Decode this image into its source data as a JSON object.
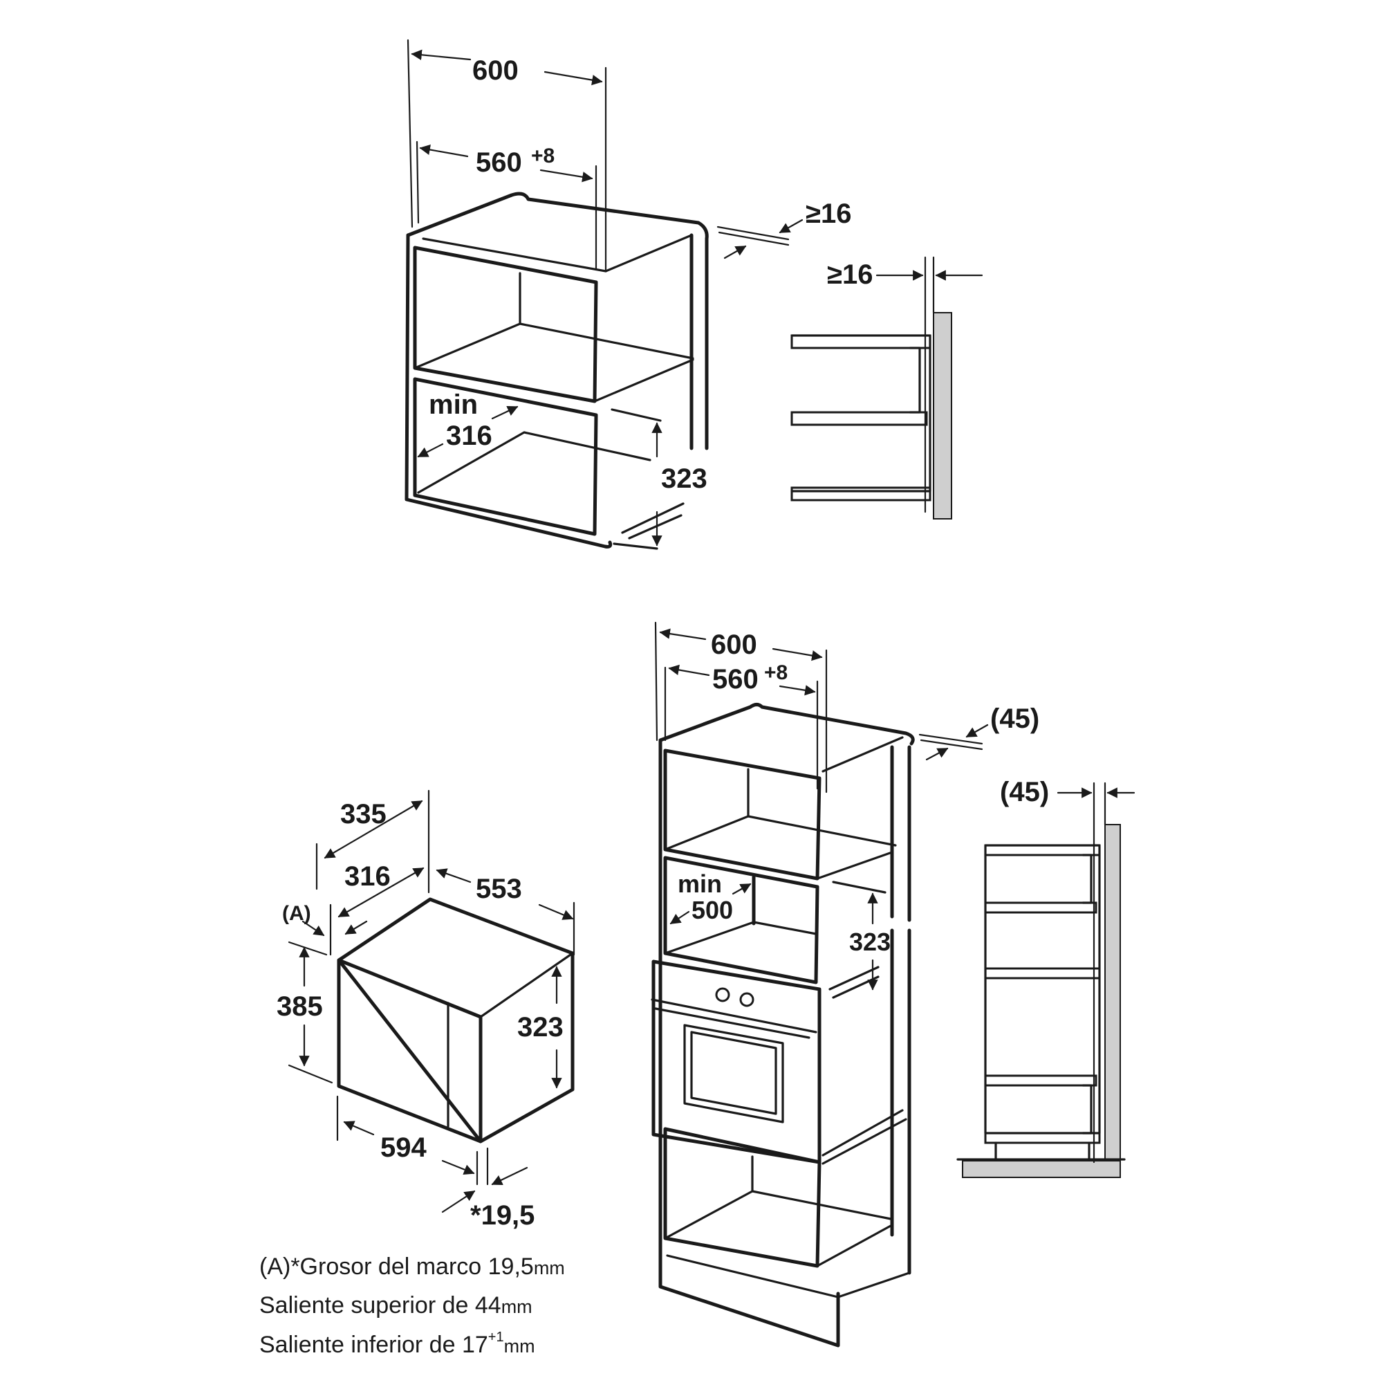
{
  "top_cabinet": {
    "outer_width": "600",
    "inner_width": "560",
    "inner_width_tol": "+8",
    "depth_gap": "≥16",
    "min_label": "min",
    "min_depth": "316",
    "height": "323"
  },
  "top_side_detail": {
    "gap": "≥16"
  },
  "appliance": {
    "depth_total": "335",
    "depth_body": "316",
    "frame_marker": "(A)",
    "width_body": "553",
    "height_front": "385",
    "height_body": "323",
    "width_front": "594",
    "frame_thickness": "*19,5"
  },
  "tall_cabinet": {
    "outer_width": "600",
    "inner_width": "560",
    "inner_width_tol": "+8",
    "depth_gap": "(45)",
    "min_label": "min",
    "min_depth": "500",
    "height": "323"
  },
  "tall_side_detail": {
    "gap": "(45)"
  },
  "notes": {
    "line1_prefix": "(A)*Grosor del marco 19,5",
    "line1_unit": "mm",
    "line2_prefix": "Saliente superior de 44",
    "line2_unit": "mm",
    "line3_prefix": "Saliente inferior de 17",
    "line3_sup": "+1",
    "line3_unit": "mm"
  },
  "colors": {
    "line": "#1a1a1a",
    "wall": "#cfcfcf",
    "background": "#ffffff"
  }
}
